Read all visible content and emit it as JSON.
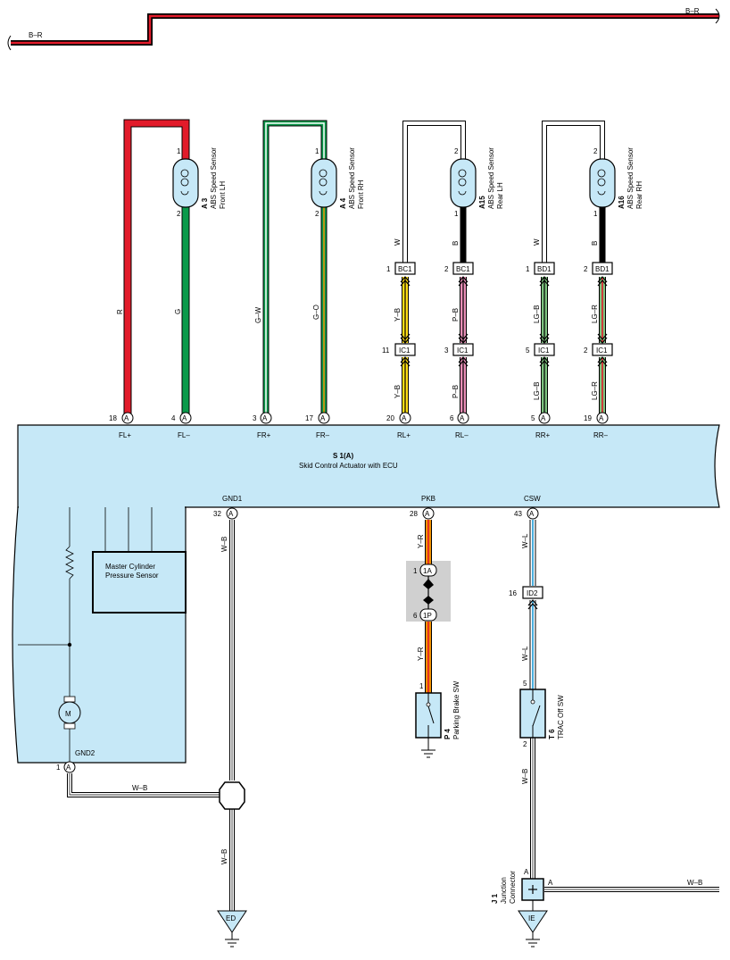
{
  "power": {
    "wire_left": "B–R",
    "wire_right": "B–R"
  },
  "ecu": {
    "code": "S 1(A)",
    "name": "Skid Control Actuator with ECU",
    "top_pins": [
      {
        "num": "18",
        "conn": "A",
        "label": "FL+"
      },
      {
        "num": "4",
        "conn": "A",
        "label": "FL–"
      },
      {
        "num": "3",
        "conn": "A",
        "label": "FR+"
      },
      {
        "num": "17",
        "conn": "A",
        "label": "FR–"
      },
      {
        "num": "20",
        "conn": "A",
        "label": "RL+"
      },
      {
        "num": "6",
        "conn": "A",
        "label": "RL–"
      },
      {
        "num": "5",
        "conn": "A",
        "label": "RR+"
      },
      {
        "num": "19",
        "conn": "A",
        "label": "RR–"
      }
    ],
    "bottom_pins": [
      {
        "num": "32",
        "conn": "A",
        "label": "GND1"
      },
      {
        "num": "28",
        "conn": "A",
        "label": "PKB"
      },
      {
        "num": "43",
        "conn": "A",
        "label": "CSW"
      },
      {
        "num": "1",
        "conn": "A",
        "label": "GND2"
      }
    ],
    "internal": {
      "pressure_sensor": "Master Cylinder Pressure Sensor",
      "motor": "M"
    }
  },
  "sensors": [
    {
      "code": "A 3",
      "name": "ABS Speed Sensor",
      "pos": "Front LH",
      "pin_top": "1",
      "pin_bottom": "2"
    },
    {
      "code": "A 4",
      "name": "ABS Speed Sensor",
      "pos": "Front RH",
      "pin_top": "1",
      "pin_bottom": "2"
    },
    {
      "code": "A15",
      "name": "ABS Speed Sensor",
      "pos": "Rear LH",
      "pin_top": "2",
      "pin_bottom": "1"
    },
    {
      "code": "A16",
      "name": "ABS Speed Sensor",
      "pos": "Rear RH",
      "pin_top": "2",
      "pin_bottom": "1"
    }
  ],
  "wires": {
    "fl_plus": "R",
    "fl_minus": "G",
    "fr_plus": "G–W",
    "fr_minus": "G–O",
    "rl_sensor_plus": "W",
    "rl_sensor_minus": "B",
    "rr_sensor_plus": "W",
    "rr_sensor_minus": "B",
    "rl_plus": "Y–B",
    "rl_minus": "P–B",
    "rr_plus": "LG–B",
    "rr_minus": "LG–R",
    "gnd1": "W–B",
    "gnd2": "W–B",
    "gnd_down": "W–B",
    "pkb_upper": "Y–R",
    "pkb_lower": "Y–R",
    "csw_upper": "W–L",
    "csw_lower": "W–L",
    "csw_ground": "W–B",
    "junction_out": "W–B"
  },
  "connectors": {
    "bc1_1": {
      "num": "1",
      "label": "BC1"
    },
    "bc1_2": {
      "num": "2",
      "label": "BC1"
    },
    "bd1_1": {
      "num": "1",
      "label": "BD1"
    },
    "bd1_2": {
      "num": "2",
      "label": "BD1"
    },
    "ic1_11": {
      "num": "11",
      "label": "IC1"
    },
    "ic1_3": {
      "num": "3",
      "label": "IC1"
    },
    "ic1_5": {
      "num": "5",
      "label": "IC1"
    },
    "ic1_2": {
      "num": "2",
      "label": "IC1"
    },
    "id2": {
      "num": "16",
      "label": "ID2"
    },
    "c1a": {
      "num": "1",
      "label": "1A"
    },
    "c1p": {
      "num": "6",
      "label": "1P"
    }
  },
  "switches": {
    "parking": {
      "code": "P 4",
      "name": "Parking Brake SW",
      "pin": "1"
    },
    "trac": {
      "code": "T 6",
      "name": "TRAC Off SW",
      "pin_top": "5",
      "pin_bottom": "2"
    }
  },
  "junction": {
    "code": "J 1",
    "name1": "Junction",
    "name2": "Connector",
    "pin_top": "A",
    "pin_right": "A"
  },
  "grounds": {
    "ed": "ED",
    "ie": "IE"
  }
}
